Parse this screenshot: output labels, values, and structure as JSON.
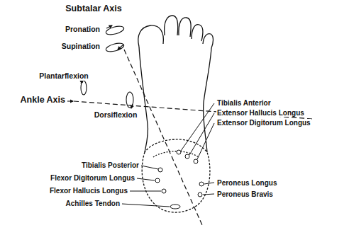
{
  "diagram": {
    "labels": [
      "Subtalar Axis",
      "Pronation",
      "Supination",
      "Plantarflexion",
      "Ankle Axis",
      "Dorsiflexion",
      "Tibialis Anterior",
      "Extensor Hallucis Longus",
      "Extensor Digitorum Longus",
      "Tibialis Posterior",
      "Flexor Digitorum Longus",
      "Flexor Hallucis Longus",
      "Achilles Tendon",
      "Peroneus Longus",
      "Peroneus Bravis"
    ]
  }
}
